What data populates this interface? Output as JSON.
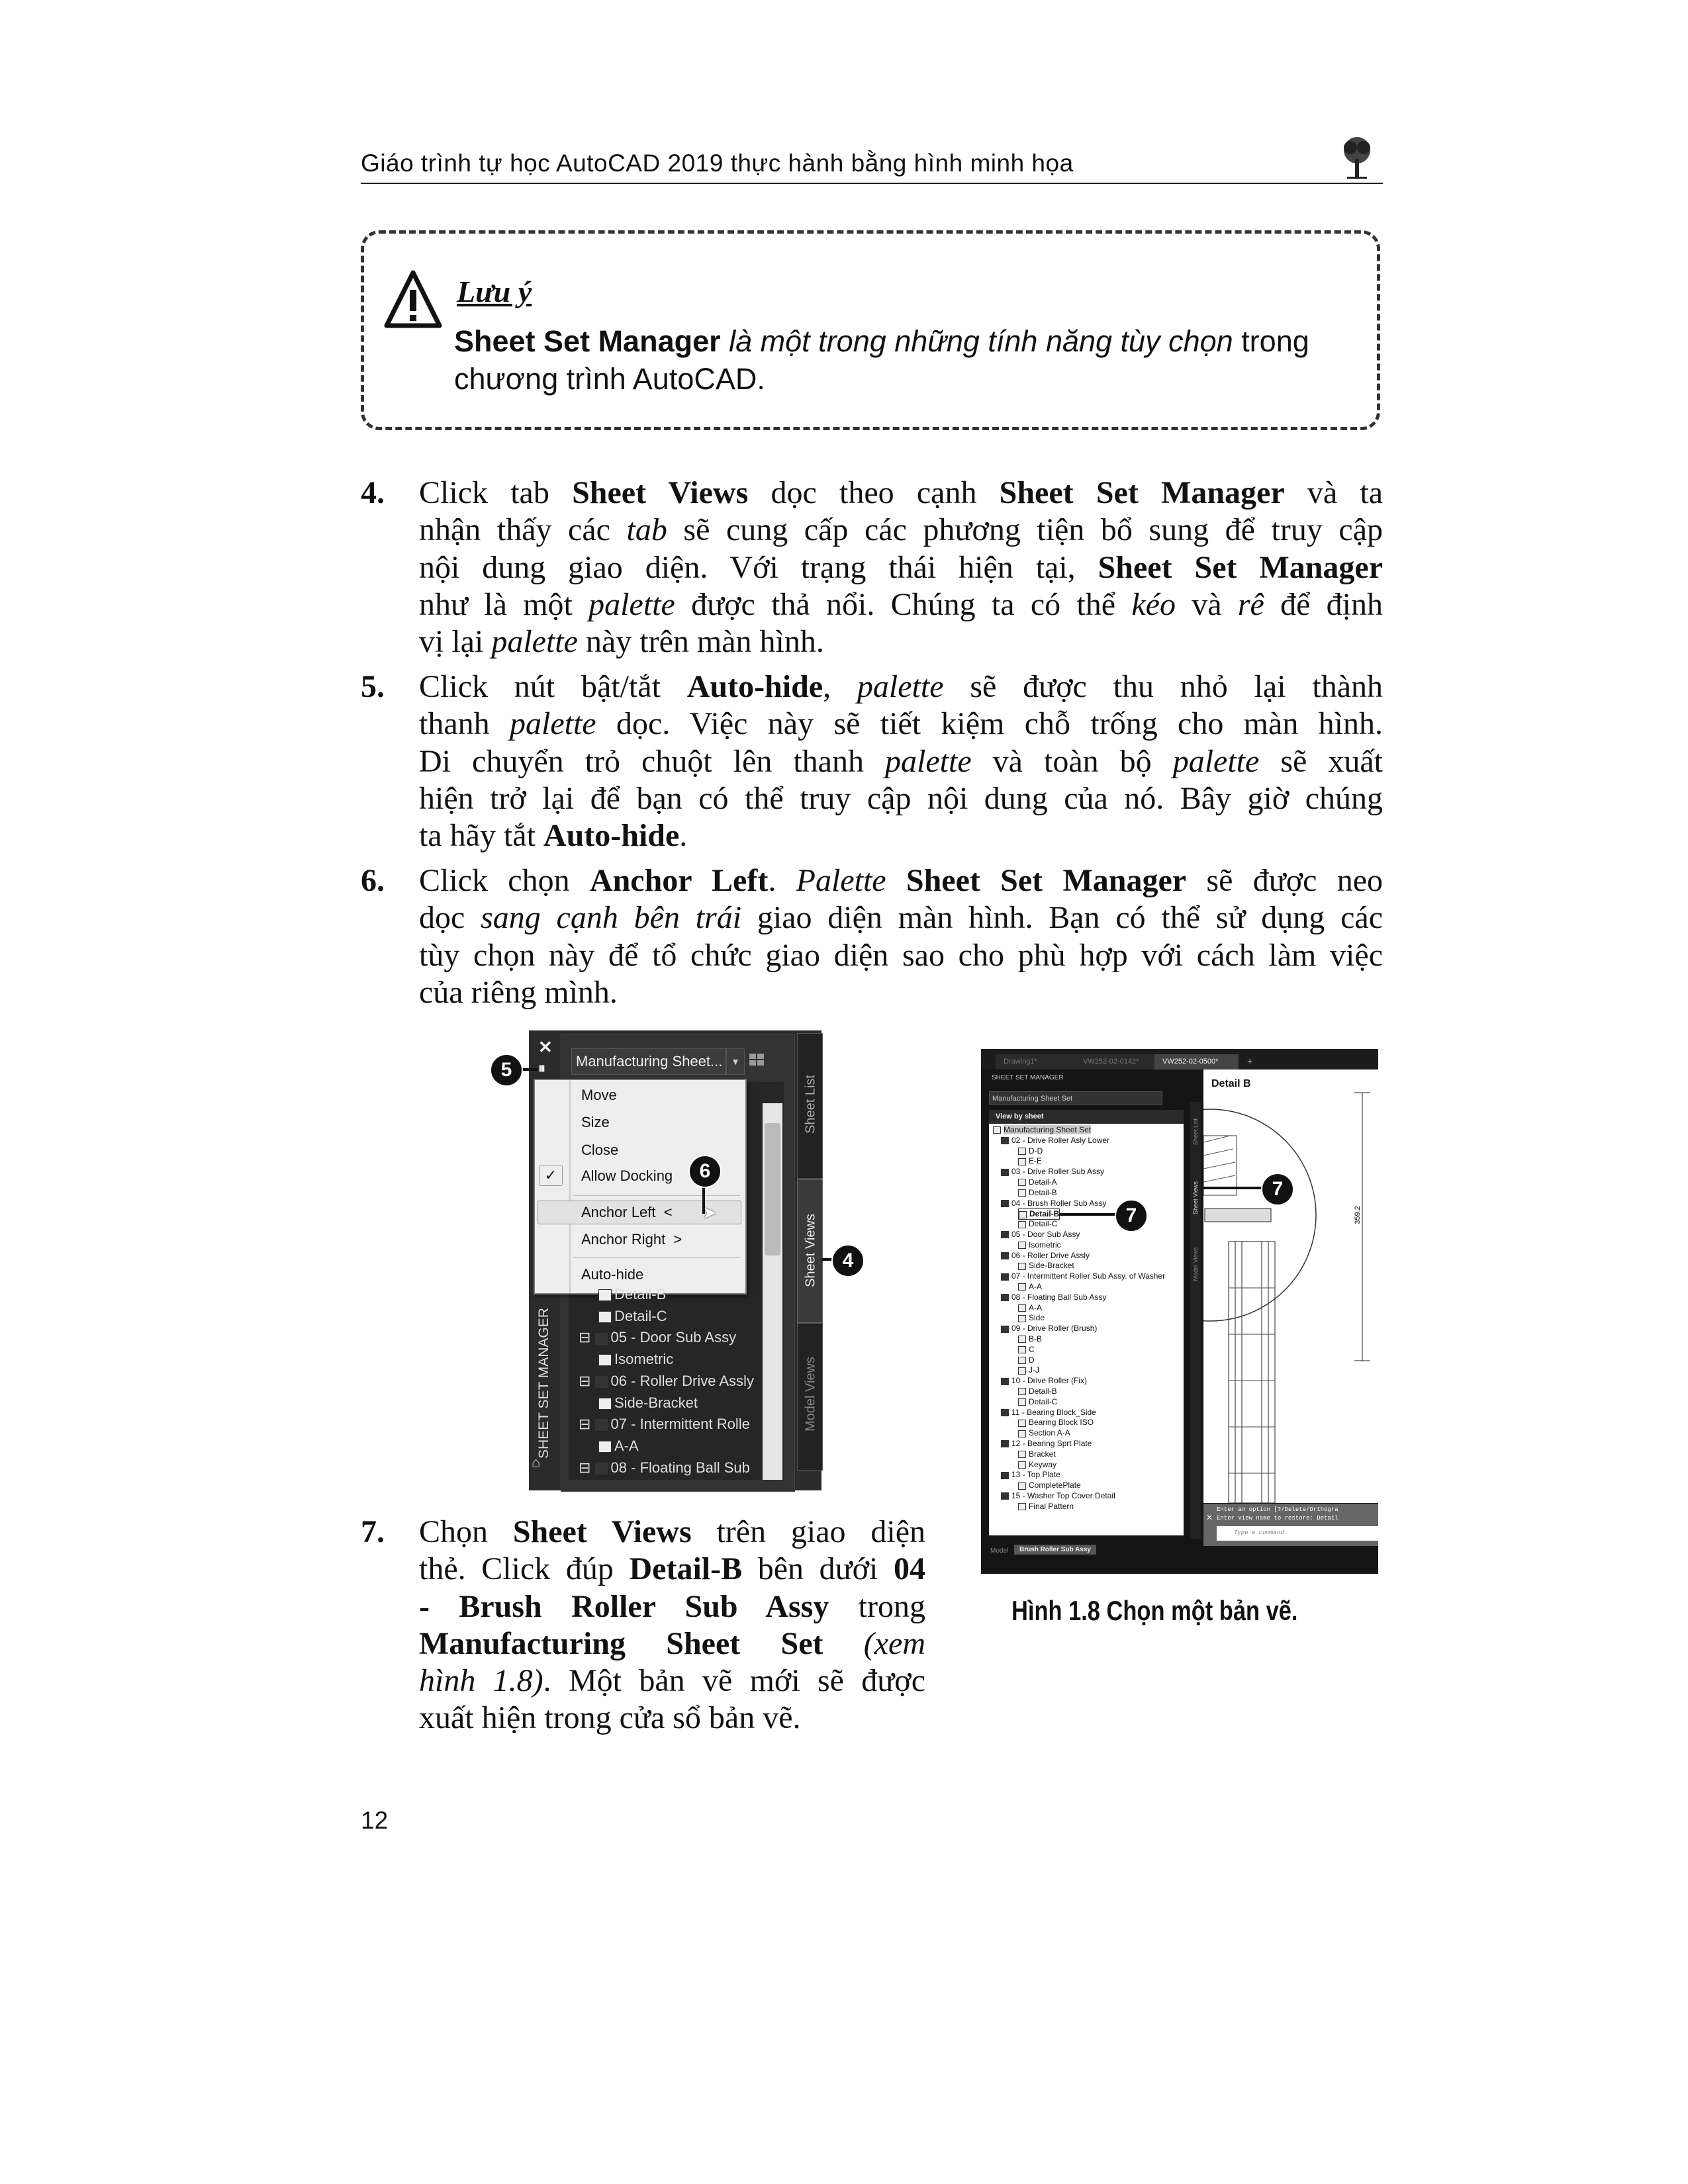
{
  "header": {
    "title": "Giáo trình tự học AutoCAD 2019 thực hành bằng hình minh họa"
  },
  "note": {
    "title": "Lưu ý",
    "line1": [
      {
        "t": "Sheet Set Manager",
        "s": "b"
      },
      {
        "t": " là một trong những tính năng tùy chọn",
        "s": "i"
      },
      {
        "t": " trong",
        "s": ""
      }
    ],
    "line2": "chương trình AutoCAD."
  },
  "items": [
    {
      "num": "4.",
      "lines": [
        [
          {
            "t": "Click tab ",
            "s": ""
          },
          {
            "t": "Sheet Views",
            "s": "b"
          },
          {
            "t": " dọc theo cạnh ",
            "s": ""
          },
          {
            "t": "Sheet Set Manager",
            "s": "b"
          },
          {
            "t": " và ta",
            "s": ""
          }
        ],
        [
          {
            "t": "nhận thấy các ",
            "s": ""
          },
          {
            "t": "tab",
            "s": "i"
          },
          {
            "t": " sẽ cung cấp các phương tiện bổ sung để truy cập",
            "s": ""
          }
        ],
        [
          {
            "t": "nội dung giao diện. Với trạng thái hiện tại, ",
            "s": ""
          },
          {
            "t": "Sheet Set Manager",
            "s": "b"
          }
        ],
        [
          {
            "t": "như là một ",
            "s": ""
          },
          {
            "t": "palette",
            "s": "i"
          },
          {
            "t": " được thả nổi. Chúng ta có thể ",
            "s": ""
          },
          {
            "t": "kéo",
            "s": "i"
          },
          {
            "t": " và ",
            "s": ""
          },
          {
            "t": "rê",
            "s": "i"
          },
          {
            "t": " để định",
            "s": ""
          }
        ],
        [
          {
            "t": "vị lại ",
            "s": ""
          },
          {
            "t": "palette",
            "s": "i"
          },
          {
            "t": " này trên màn hình.",
            "s": ""
          }
        ]
      ]
    },
    {
      "num": "5.",
      "lines": [
        [
          {
            "t": "Click nút bật/tắt ",
            "s": ""
          },
          {
            "t": "Auto-hide",
            "s": "b"
          },
          {
            "t": ", ",
            "s": ""
          },
          {
            "t": "palette",
            "s": "i"
          },
          {
            "t": " sẽ được thu nhỏ lại thành",
            "s": ""
          }
        ],
        [
          {
            "t": "thanh ",
            "s": ""
          },
          {
            "t": "palette",
            "s": "i"
          },
          {
            "t": " dọc. Việc này sẽ tiết kiệm chỗ trống cho màn hình.",
            "s": ""
          }
        ],
        [
          {
            "t": "Di chuyển trỏ chuột lên thanh ",
            "s": ""
          },
          {
            "t": "palette",
            "s": "i"
          },
          {
            "t": " và toàn bộ ",
            "s": ""
          },
          {
            "t": "palette",
            "s": "i"
          },
          {
            "t": " sẽ xuất",
            "s": ""
          }
        ],
        [
          {
            "t": "hiện trở lại để bạn có thể truy cập nội dung của nó. Bây giờ chúng",
            "s": ""
          }
        ],
        [
          {
            "t": "ta hãy tắt ",
            "s": ""
          },
          {
            "t": "Auto-hide",
            "s": "b"
          },
          {
            "t": ".",
            "s": ""
          }
        ]
      ]
    },
    {
      "num": "6.",
      "lines": [
        [
          {
            "t": "Click chọn ",
            "s": ""
          },
          {
            "t": "Anchor Left",
            "s": "b"
          },
          {
            "t": ". ",
            "s": ""
          },
          {
            "t": "Palette",
            "s": "i"
          },
          {
            "t": " ",
            "s": ""
          },
          {
            "t": "Sheet Set Manager",
            "s": "b"
          },
          {
            "t": " sẽ được neo",
            "s": ""
          }
        ],
        [
          {
            "t": "dọc ",
            "s": ""
          },
          {
            "t": "sang cạnh bên trái",
            "s": "i"
          },
          {
            "t": " giao diện màn hình. Bạn có thể sử dụng các",
            "s": ""
          }
        ],
        [
          {
            "t": "tùy chọn này để tổ chức giao diện sao cho phù hợp với cách làm việc",
            "s": ""
          }
        ],
        [
          {
            "t": "của riêng mình.",
            "s": ""
          }
        ]
      ]
    },
    {
      "num": "7.",
      "lines": [
        [
          {
            "t": "Chọn ",
            "s": ""
          },
          {
            "t": "Sheet Views",
            "s": "b"
          },
          {
            "t": " trên giao diện",
            "s": ""
          }
        ],
        [
          {
            "t": "thẻ. Click đúp ",
            "s": ""
          },
          {
            "t": "Detail-B",
            "s": "b"
          },
          {
            "t": " bên dưới ",
            "s": ""
          },
          {
            "t": "04",
            "s": "b"
          }
        ],
        [
          {
            "t": "- Brush Roller Sub Assy",
            "s": "b"
          },
          {
            "t": " trong",
            "s": ""
          }
        ],
        [
          {
            "t": "Manufacturing Sheet Set",
            "s": "b"
          },
          {
            "t": " ",
            "s": ""
          },
          {
            "t": "(xem",
            "s": "i"
          }
        ],
        [
          {
            "t": "hình 1.8)",
            "s": "i"
          },
          {
            "t": ". Một bản vẽ mới sẽ được",
            "s": ""
          }
        ],
        [
          {
            "t": "xuất hiện trong cửa sổ bản vẽ.",
            "s": ""
          }
        ]
      ]
    }
  ],
  "figure_left": {
    "dropdown": "Manufacturing Sheet...",
    "menu": [
      "Move",
      "Size",
      "Close",
      "Allow Docking",
      "Anchor Left  <",
      "Anchor Right  >",
      "Auto-hide"
    ],
    "checked": "Allow Docking",
    "tree": [
      {
        "level": 2,
        "text": "Detail-B"
      },
      {
        "level": 2,
        "text": "Detail-C"
      },
      {
        "level": 1,
        "text": "05 - Door Sub Assy"
      },
      {
        "level": 2,
        "text": "Isometric"
      },
      {
        "level": 1,
        "text": "06 - Roller Drive Assly"
      },
      {
        "level": 2,
        "text": "Side-Bracket"
      },
      {
        "level": 1,
        "text": "07 - Intermittent Rolle"
      },
      {
        "level": 2,
        "text": "A-A"
      },
      {
        "level": 1,
        "text": "08 - Floating Ball Sub"
      }
    ],
    "vertical_title": "SHEET SET MANAGER",
    "tabs": [
      "Sheet List",
      "Sheet Views",
      "Model Views"
    ],
    "callouts": [
      "5",
      "6",
      "4"
    ]
  },
  "figure_right": {
    "doc_tabs": [
      "Drawing1*",
      "VW252-02-0142*",
      "VW252-02-0500*"
    ],
    "panel_title": "SHEET SET MANAGER",
    "dropdown": "Manufacturing Sheet Set",
    "view_header": "View by sheet",
    "tree": [
      {
        "level": 0,
        "text": "Manufacturing Sheet Set"
      },
      {
        "level": 1,
        "text": "02 - Drive Roller Asly Lower"
      },
      {
        "level": 2,
        "text": "D-D"
      },
      {
        "level": 2,
        "text": "E-E"
      },
      {
        "level": 1,
        "text": "03 - Drive Roller Sub Assy"
      },
      {
        "level": 2,
        "text": "Detail-A"
      },
      {
        "level": 2,
        "text": "Detail-B"
      },
      {
        "level": 1,
        "text": "04 - Brush Roller Sub Assy"
      },
      {
        "level": 2,
        "text": "Detail-B",
        "selected": true
      },
      {
        "level": 2,
        "text": "Detail-C"
      },
      {
        "level": 1,
        "text": "05 - Door Sub Assy"
      },
      {
        "level": 2,
        "text": "Isometric"
      },
      {
        "level": 1,
        "text": "06 - Roller Drive Assly"
      },
      {
        "level": 2,
        "text": "Side-Bracket"
      },
      {
        "level": 1,
        "text": "07 - Intermittent Roller Sub Assy. of Washer"
      },
      {
        "level": 2,
        "text": "A-A"
      },
      {
        "level": 1,
        "text": "08 - Floating Ball Sub Assy"
      },
      {
        "level": 2,
        "text": "A-A"
      },
      {
        "level": 2,
        "text": "Side"
      },
      {
        "level": 1,
        "text": "09 - Drive Roller (Brush)"
      },
      {
        "level": 2,
        "text": "B-B"
      },
      {
        "level": 2,
        "text": "C"
      },
      {
        "level": 2,
        "text": "D"
      },
      {
        "level": 2,
        "text": "J-J"
      },
      {
        "level": 1,
        "text": "10 - Drive Roller (Fix)"
      },
      {
        "level": 2,
        "text": "Detail-B"
      },
      {
        "level": 2,
        "text": "Detail-C"
      },
      {
        "level": 1,
        "text": "11 - Bearing Block_Side"
      },
      {
        "level": 2,
        "text": "Bearing Block ISO"
      },
      {
        "level": 2,
        "text": "Section A-A"
      },
      {
        "level": 1,
        "text": "12 - Bearing Sprt Plate"
      },
      {
        "level": 2,
        "text": "Bracket"
      },
      {
        "level": 2,
        "text": "Keyway"
      },
      {
        "level": 1,
        "text": "13 - Top Plate"
      },
      {
        "level": 2,
        "text": "CompletePlate"
      },
      {
        "level": 1,
        "text": "15 - Washer Top Cover Detail"
      },
      {
        "level": 2,
        "text": "Final Pattern"
      }
    ],
    "side_tabs": [
      "Sheet List",
      "Sheet Views",
      "Model Views"
    ],
    "drawing_title": "Detail B",
    "dimension": "359.2",
    "command_lines": [
      "Enter an option [?/Delete/Orthogra",
      "Enter view name to restore: Detail"
    ],
    "command_placeholder": "Type a command",
    "layout_tabs": [
      "Model",
      "Brush Roller Sub Assy"
    ],
    "callouts": [
      "7",
      "7"
    ]
  },
  "caption": "Hình 1.8 Chọn một bản vẽ.",
  "page_number": "12"
}
